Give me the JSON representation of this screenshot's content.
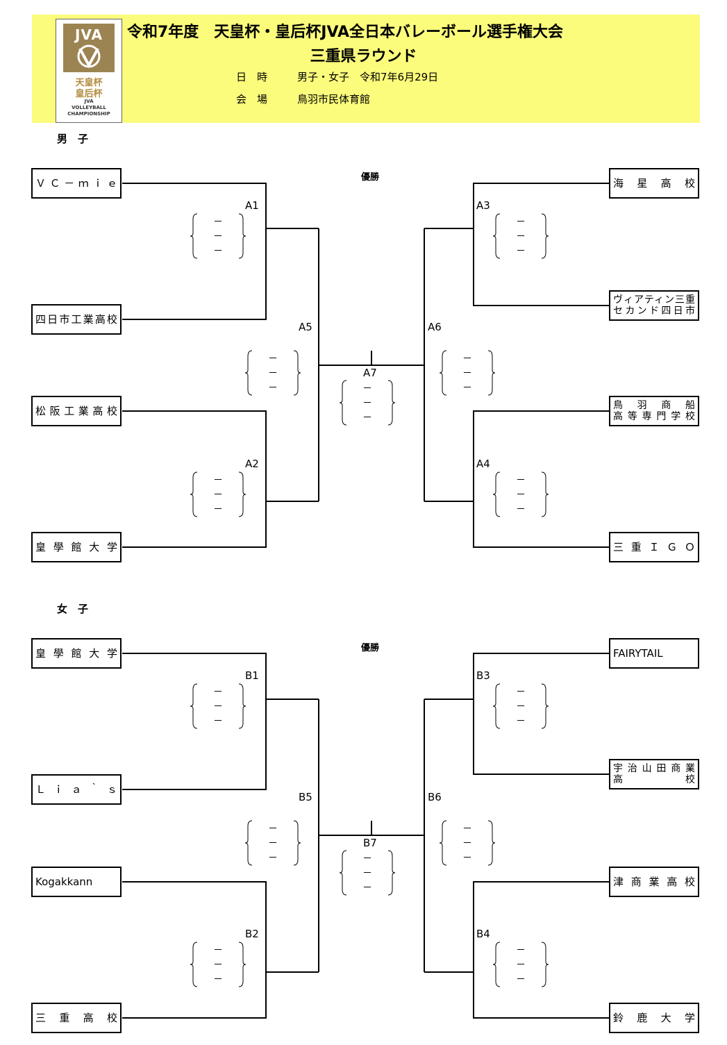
{
  "header": {
    "title_line1": "令和7年度　天皇杯・皇后杯JVA全日本バレーボール選手権大会",
    "title_line2": "三重県ラウンド",
    "date_label": "日　時",
    "date_value": "男子・女子　令和7年6月29日",
    "venue_label": "会　場",
    "venue_value": "鳥羽市民体育館",
    "logo": {
      "mark": "JVA",
      "cup_line1": "天皇杯",
      "cup_line2": "皇后杯",
      "small1": "JVA",
      "small2": "VOLLEYBALL",
      "small3": "CHAMPIONSHIP",
      "color": "#9c8452"
    }
  },
  "men": {
    "label": "男　子",
    "champion_label": "優勝",
    "teams": {
      "left1": "ＶＣ－ｍｉｅ",
      "left2": "四日市工業高校",
      "left3": "松阪工業高校",
      "left4": "皇學館大学",
      "right1": "海星高校",
      "right2_l1": "ヴィアティン三重",
      "right2_l2": "セカンド四日市",
      "right3_l1": "鳥羽商船",
      "right3_l2": "高等専門学校",
      "right4": "三重ＩＧＯ"
    },
    "matches": {
      "m1": "A1",
      "m2": "A2",
      "m3": "A3",
      "m4": "A4",
      "m5": "A5",
      "m6": "A6",
      "m7": "A7"
    },
    "score_placeholder": "－"
  },
  "women": {
    "label": "女　子",
    "champion_label": "優勝",
    "teams": {
      "left1": "皇學館大学",
      "left2": "Ｌｉａ｀ｓ",
      "left3": "Kogakkann",
      "left4": "三重高校",
      "right1": "FAIRYTAIL",
      "right2_l1": "宇治山田商業",
      "right2_l2": "高　　　校",
      "right3": "津商業高校",
      "right4": "鈴鹿大学"
    },
    "matches": {
      "m1": "B1",
      "m2": "B2",
      "m3": "B3",
      "m4": "B4",
      "m5": "B5",
      "m6": "B6",
      "m7": "B7"
    },
    "score_placeholder": "－"
  }
}
